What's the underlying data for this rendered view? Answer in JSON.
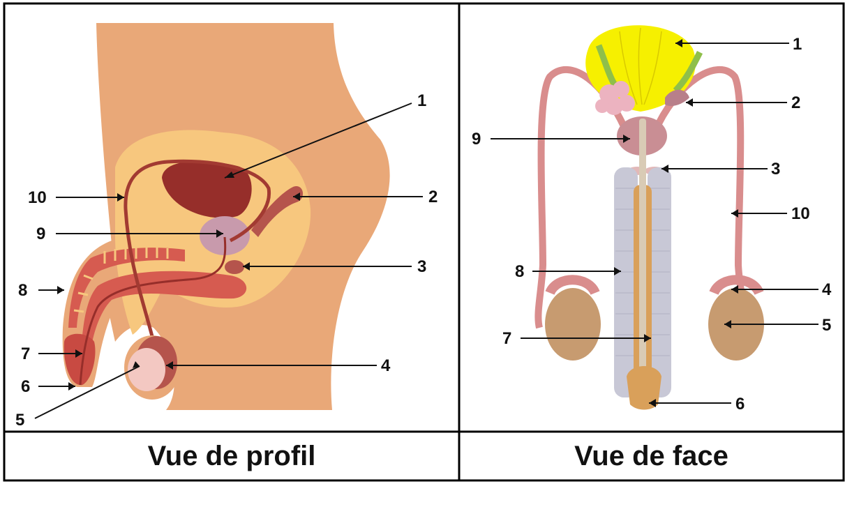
{
  "profile": {
    "caption": "Vue de profil",
    "labels": [
      "1",
      "2",
      "3",
      "4",
      "5",
      "6",
      "7",
      "8",
      "9",
      "10"
    ]
  },
  "face": {
    "caption": "Vue de face",
    "labels": [
      "1",
      "2",
      "3",
      "4",
      "5",
      "6",
      "7",
      "8",
      "9",
      "10"
    ]
  },
  "colors": {
    "skin": "#e9a878",
    "halo": "#f7c77e",
    "bladder": "#962e2a",
    "duct": "#b5544c",
    "erectile": "#d65b50",
    "prostate": "#c89aac",
    "testis": "#f3c8c2",
    "yellow_bladder": "#f6f000",
    "pink_duct": "#d98d8d",
    "testis_face": "#c79b70",
    "shaft": "#c8c8d6"
  }
}
